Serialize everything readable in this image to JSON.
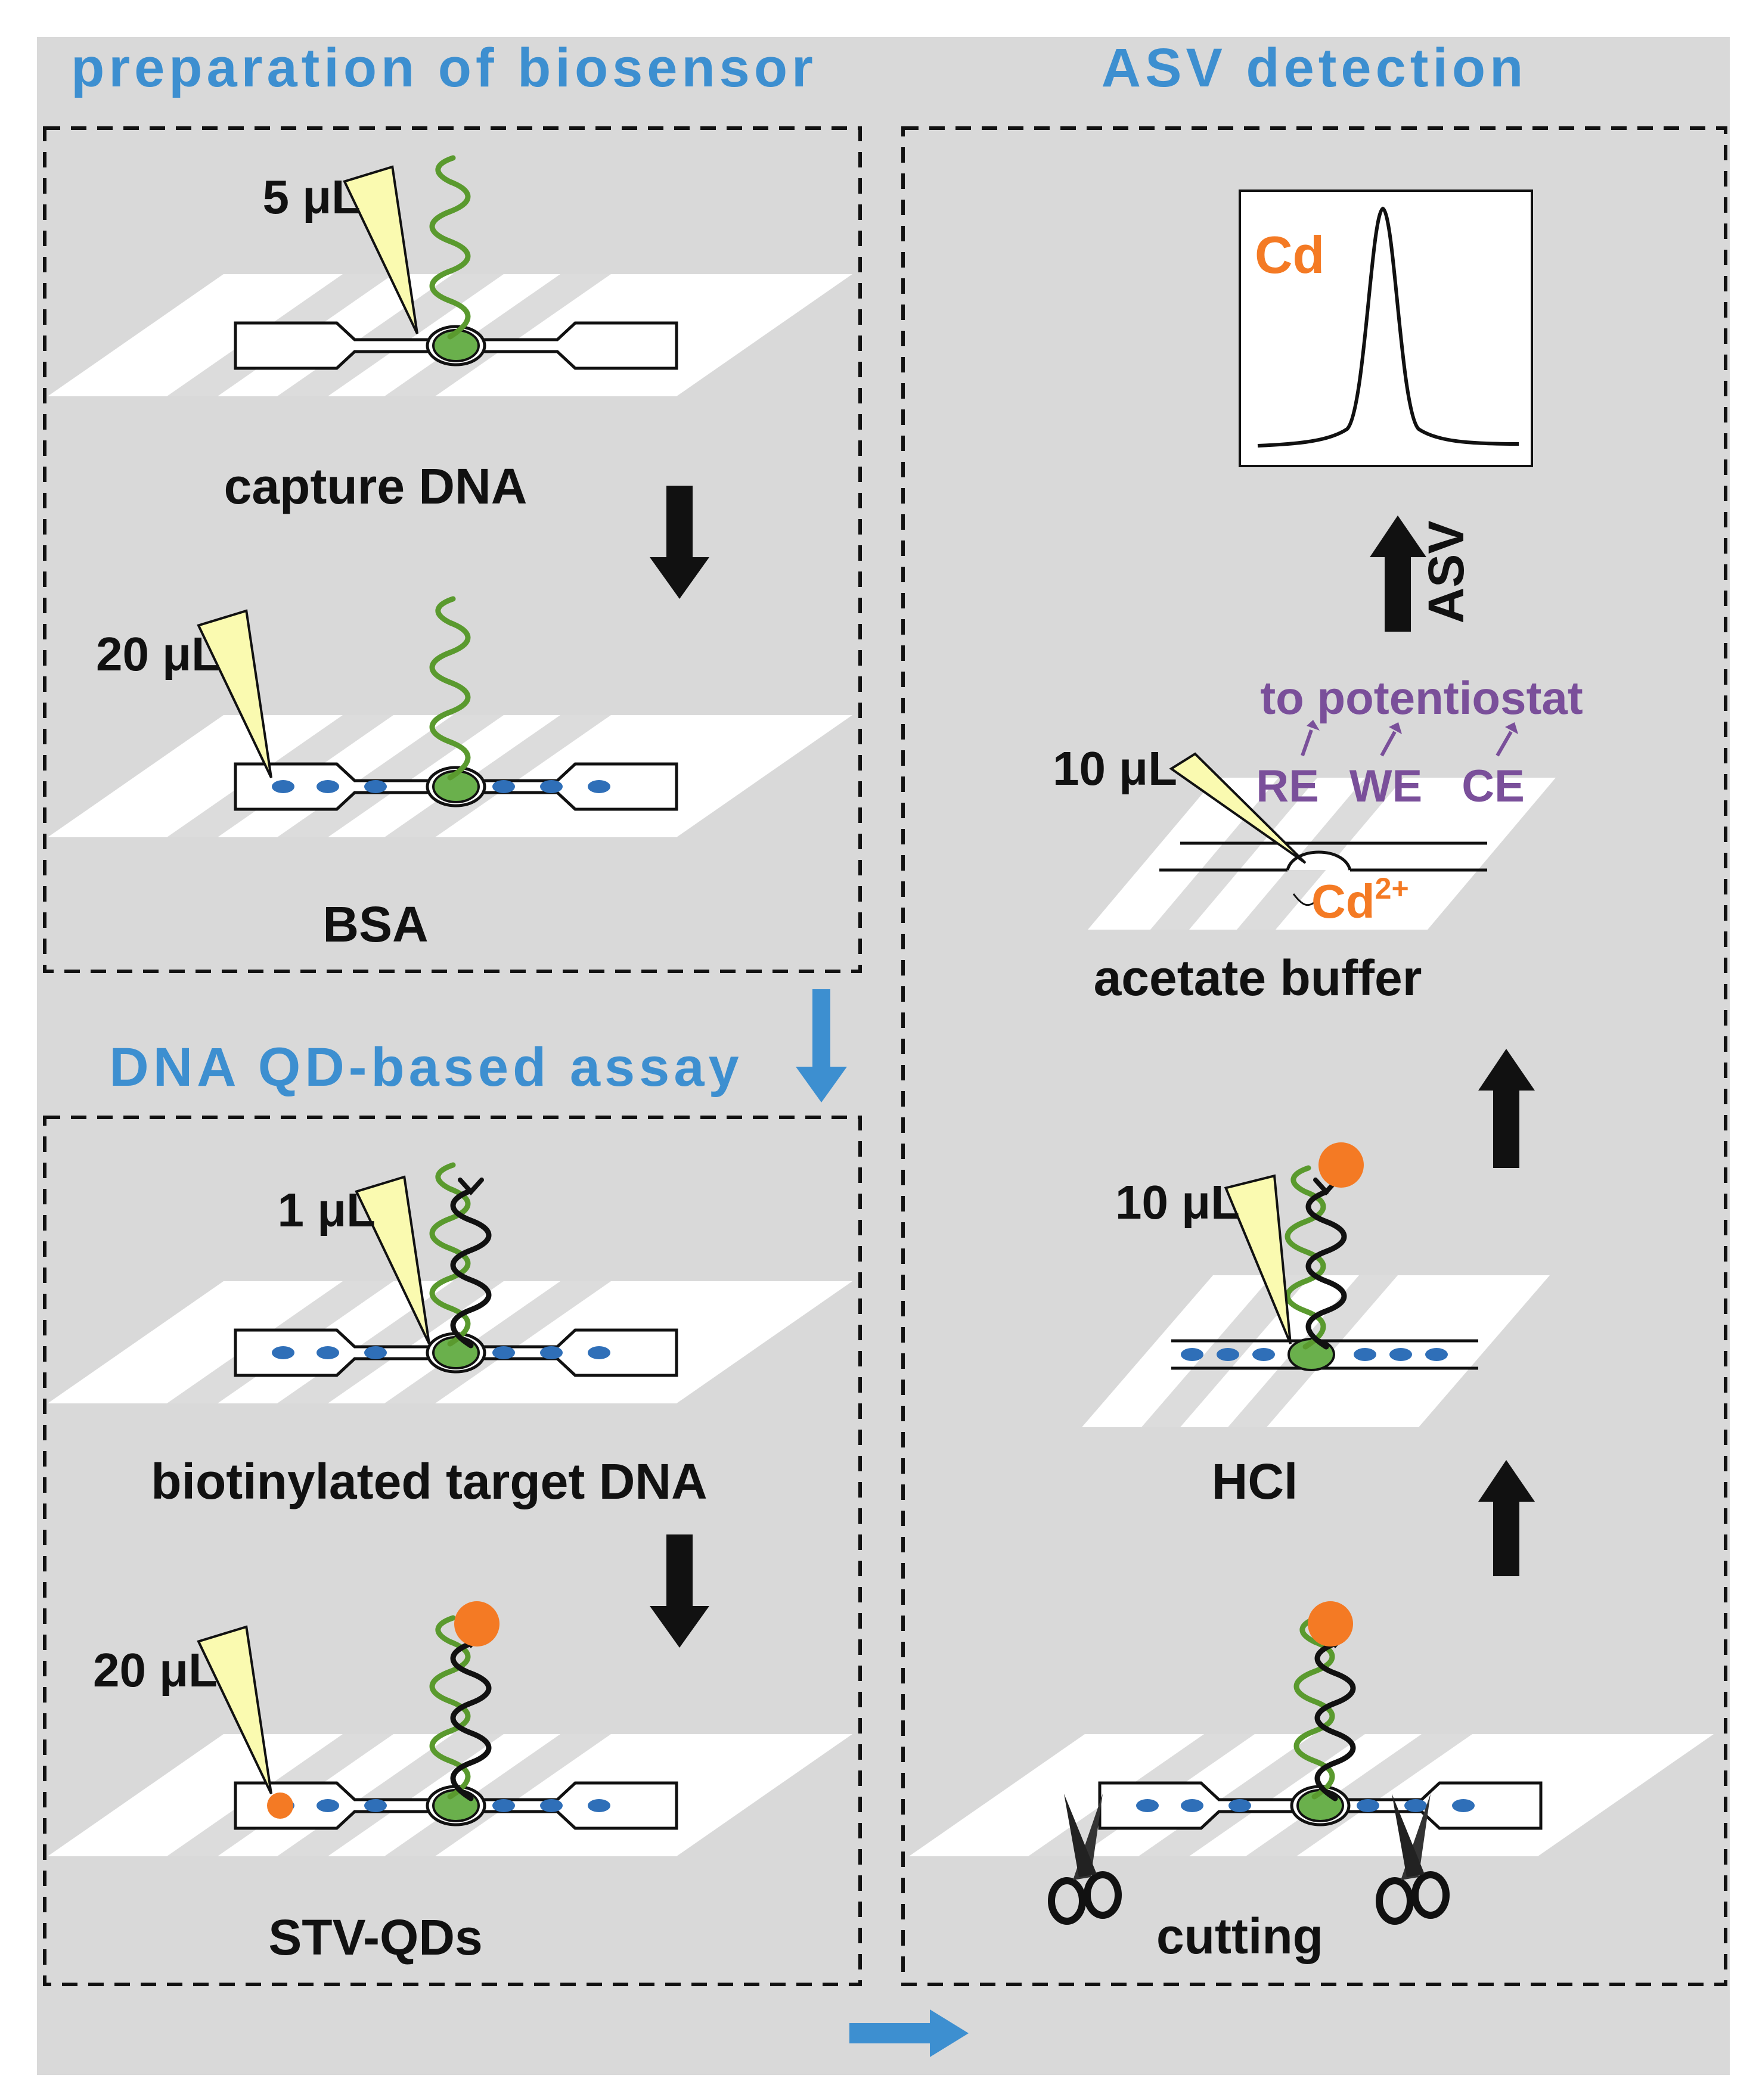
{
  "headings": {
    "left": "preparation of biosensor",
    "right": "ASV detection",
    "assay": "DNA QD-based assay"
  },
  "steps": {
    "capture": {
      "volume": "5 μL",
      "label": "capture DNA"
    },
    "bsa": {
      "volume": "20 μL",
      "label": "BSA"
    },
    "target": {
      "volume": "1 μL",
      "label": "biotinylated target DNA"
    },
    "stv": {
      "volume": "20 μL",
      "label": "STV-QDs"
    },
    "cutting": {
      "label": "cutting"
    },
    "hcl": {
      "volume": "10 μL",
      "label": "HCl"
    },
    "acetate": {
      "volume": "10 μL",
      "label": "acetate buffer",
      "ion": "Cd",
      "ion_charge": "2+",
      "electrodes": [
        "RE",
        "WE",
        "CE"
      ],
      "to_potentiostat": "to potentiostat"
    },
    "asv": {
      "arrow_label": "ASV",
      "peak_label": "Cd"
    }
  },
  "colors": {
    "heading": "#3d8fd0",
    "orange": "#f47a24",
    "purple": "#7a4f9a",
    "green": "#6ab04c",
    "dna_green": "#5a9a2e",
    "blue_dot": "#2f6fb8",
    "tip": "#fafab0",
    "panel_bg": "#d9d9d9"
  }
}
